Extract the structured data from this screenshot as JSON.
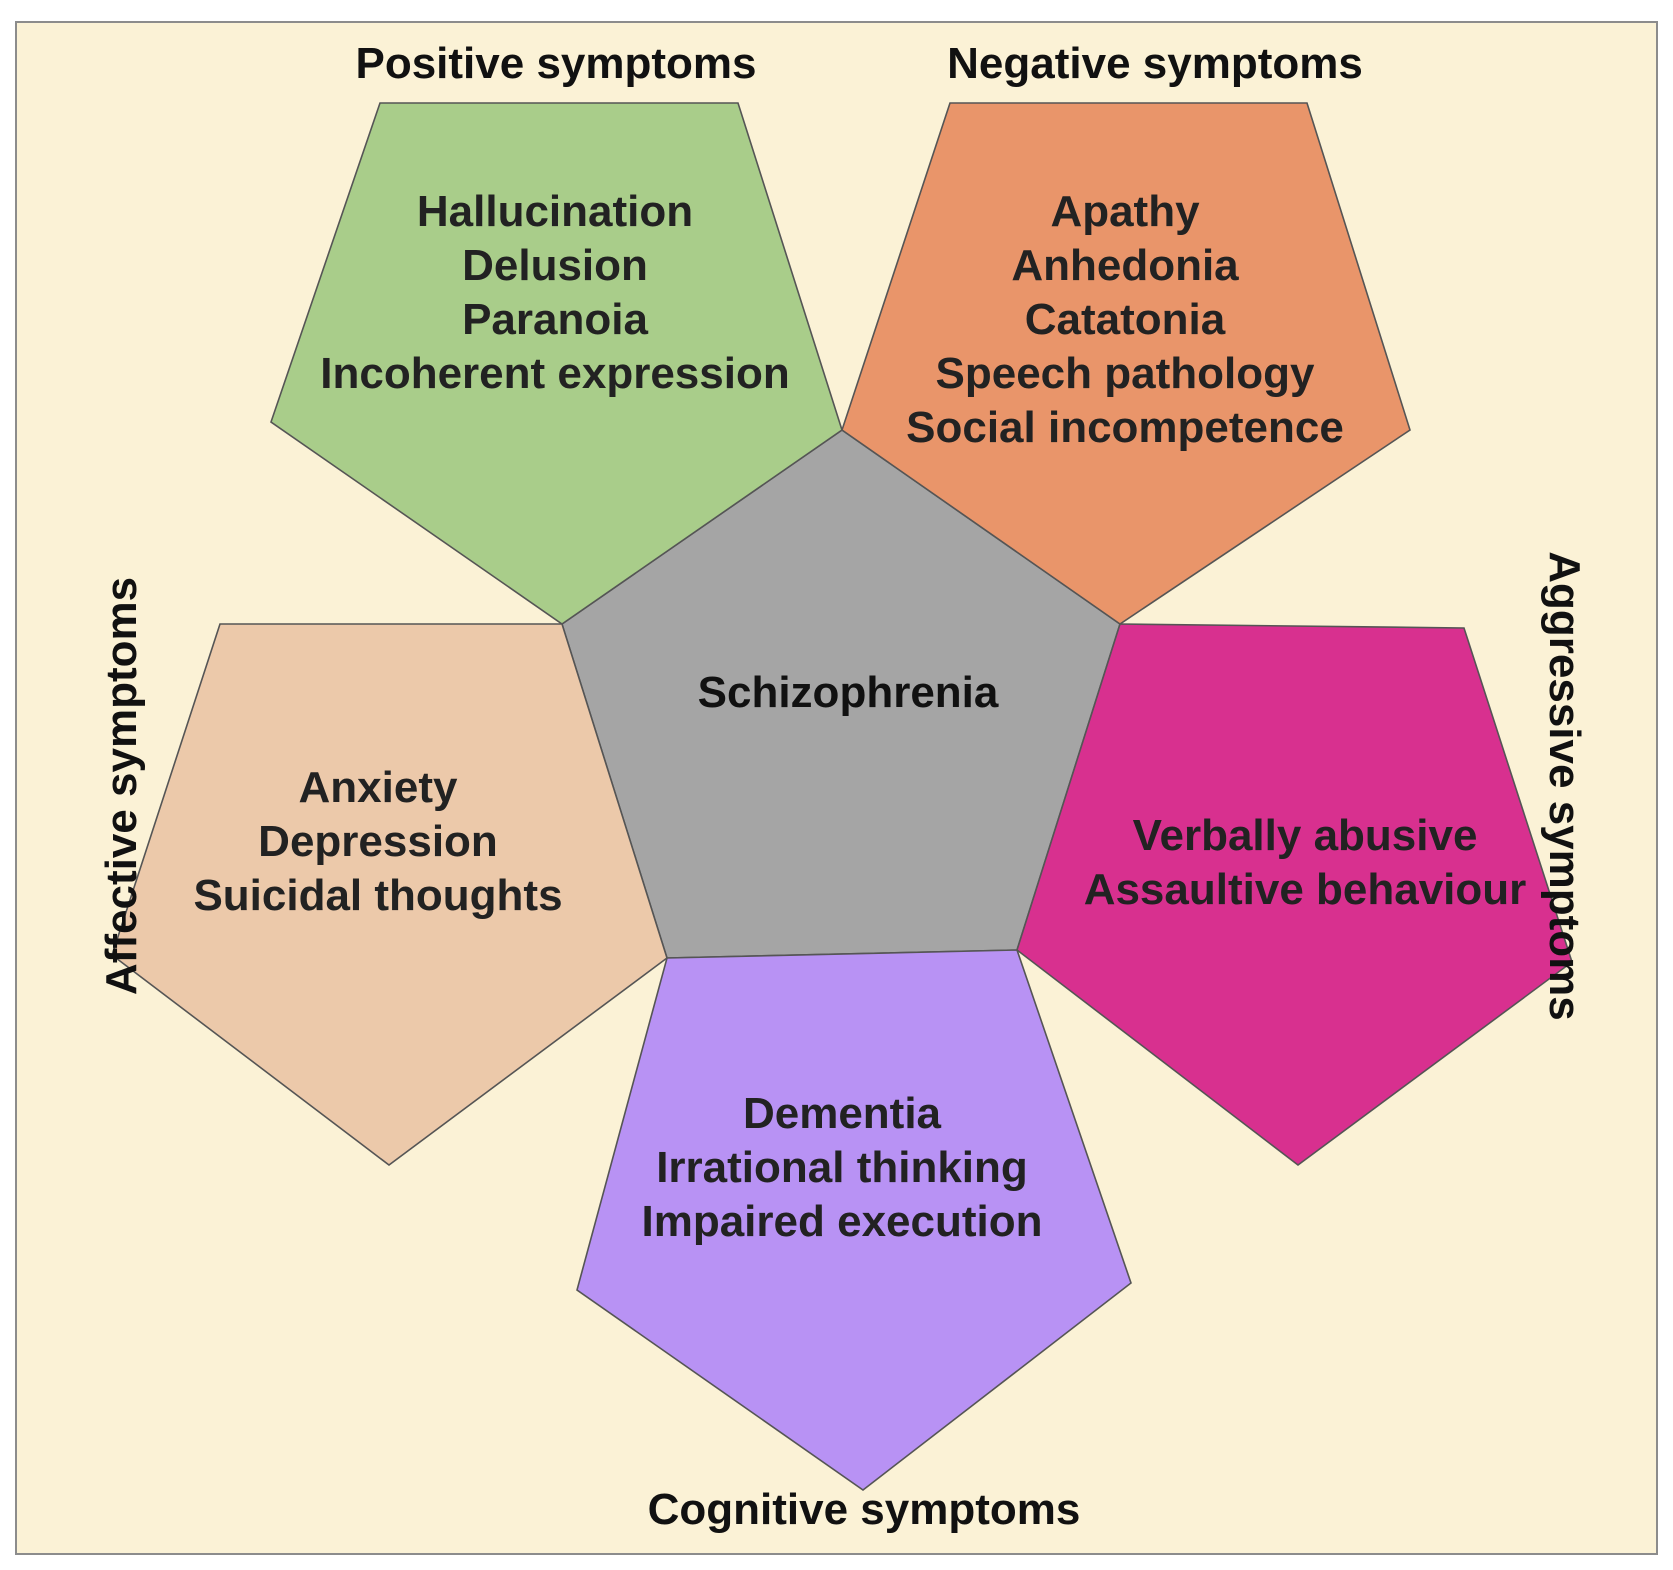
{
  "background_color": "#fbf2d6",
  "center": {
    "label": "Schizophrenia",
    "color": "#a5a5a5"
  },
  "groups": [
    {
      "id": "positive",
      "title": "Positive symptoms",
      "color": "#a9cd8a",
      "items": [
        "Hallucination",
        "Delusion",
        "Paranoia",
        "Incoherent expression"
      ]
    },
    {
      "id": "negative",
      "title": "Negative symptoms",
      "color": "#e9956a",
      "items": [
        "Apathy",
        "Anhedonia",
        "Catatonia",
        "Speech pathology",
        "Social incompetence"
      ]
    },
    {
      "id": "aggressive",
      "title": "Aggressive symptoms",
      "color": "#d8308f",
      "items": [
        "Verbally abusive",
        "Assaultive behaviour"
      ]
    },
    {
      "id": "cognitive",
      "title": "Cognitive symptoms",
      "color": "#b892f4",
      "items": [
        "Dementia",
        "Irrational thinking",
        "Impaired execution"
      ]
    },
    {
      "id": "affective",
      "title": "Affective symptoms",
      "color": "#ecc9aa",
      "items": [
        "Anxiety",
        "Depression",
        "Suicidal thoughts"
      ]
    }
  ]
}
